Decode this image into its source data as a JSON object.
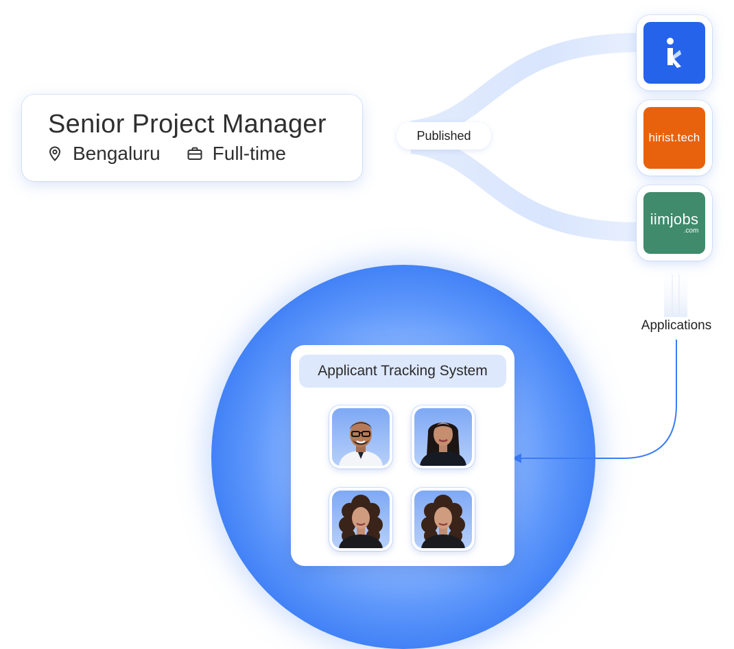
{
  "job": {
    "title": "Senior Project Manager",
    "location": "Bengaluru",
    "employment_type": "Full-time"
  },
  "status_label": "Published",
  "job_boards": [
    {
      "name": "Cutshort",
      "logo_text": "",
      "color": "#2563eb"
    },
    {
      "name": "hirist.tech",
      "logo_text": "hirist.tech",
      "color": "#e8620e"
    },
    {
      "name": "iimjobs",
      "logo_text": "iimjobs",
      "logo_subtext": ".com",
      "color": "#3f8b6c"
    }
  ],
  "applications_label": "Applications",
  "ats": {
    "title": "Applicant Tracking System",
    "candidates": [
      {
        "icon": "candidate-man-glasses-photo"
      },
      {
        "icon": "candidate-woman-straight-hair-photo"
      },
      {
        "icon": "candidate-woman-curly-hair-photo"
      },
      {
        "icon": "candidate-woman-curly-hair-photo"
      }
    ]
  },
  "colors": {
    "accent": "#3b7cf5",
    "ribbon": "#dbe7fd",
    "ats_header_bg": "#dde8fd"
  }
}
